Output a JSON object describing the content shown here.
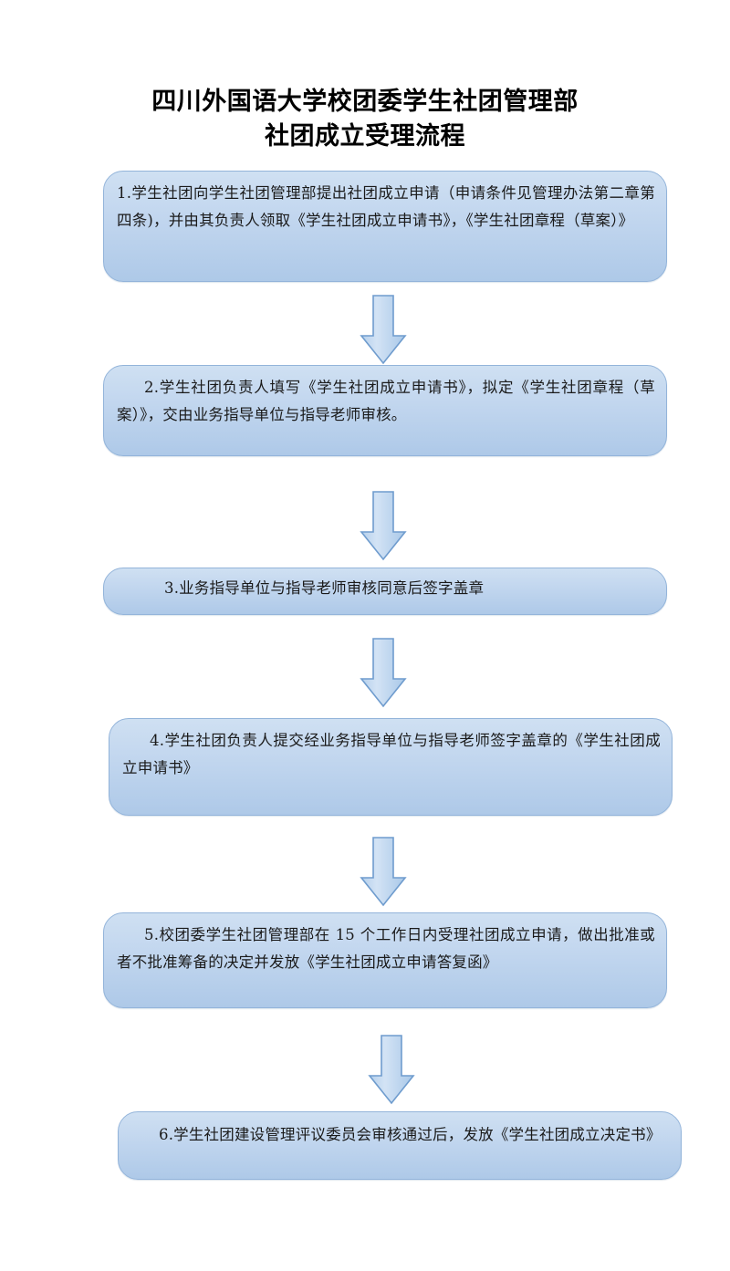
{
  "document": {
    "title_lines": [
      "四川外国语大学校团委学生社团管理部",
      "社团成立受理流程"
    ],
    "background_color": "#ffffff"
  },
  "theme": {
    "box_fill_top": "#cfe0f2",
    "box_fill_bottom": "#aec9e8",
    "box_border": "#93b4da",
    "arrow_fill_light": "#cbdef2",
    "arrow_fill_dark": "#a9c8e8",
    "arrow_border": "#6f9cce",
    "text_color": "#1a1a1a"
  },
  "flowchart": {
    "type": "process-flow",
    "orientation": "vertical",
    "step_count": 6,
    "steps": [
      {
        "number": "1",
        "text": "1.学生社团向学生社团管理部提出社团成立申请（申请条件见管理办法第二章第四条)，并由其负责人领取《学生社团成立申请书》，《学生社团章程（草案）》"
      },
      {
        "number": "2",
        "text": "2.学生社团负责人填写《学生社团成立申请书》，拟定《学生社团章程（草案）》，交由业务指导单位与指导老师审核。"
      },
      {
        "number": "3",
        "text": "3.业务指导单位与指导老师审核同意后签字盖章"
      },
      {
        "number": "4",
        "text": "4.学生社团负责人提交经业务指导单位与指导老师签字盖章的《学生社团成立申请书》"
      },
      {
        "number": "5",
        "text": "5.校团委学生社团管理部在 15 个工作日内受理社团成立申请，做出批准或者不批准筹备的决定并发放《学生社团成立申请答复函》"
      },
      {
        "number": "6",
        "text": "6.学生社团建设管理评议委员会审核通过后，发放《学生社团成立决定书》"
      }
    ],
    "connectors": [
      {
        "from": "1",
        "to": "2",
        "kind": "down-arrow"
      },
      {
        "from": "2",
        "to": "3",
        "kind": "down-arrow"
      },
      {
        "from": "3",
        "to": "4",
        "kind": "down-arrow"
      },
      {
        "from": "4",
        "to": "5",
        "kind": "down-arrow"
      },
      {
        "from": "5",
        "to": "6",
        "kind": "down-arrow"
      }
    ]
  }
}
